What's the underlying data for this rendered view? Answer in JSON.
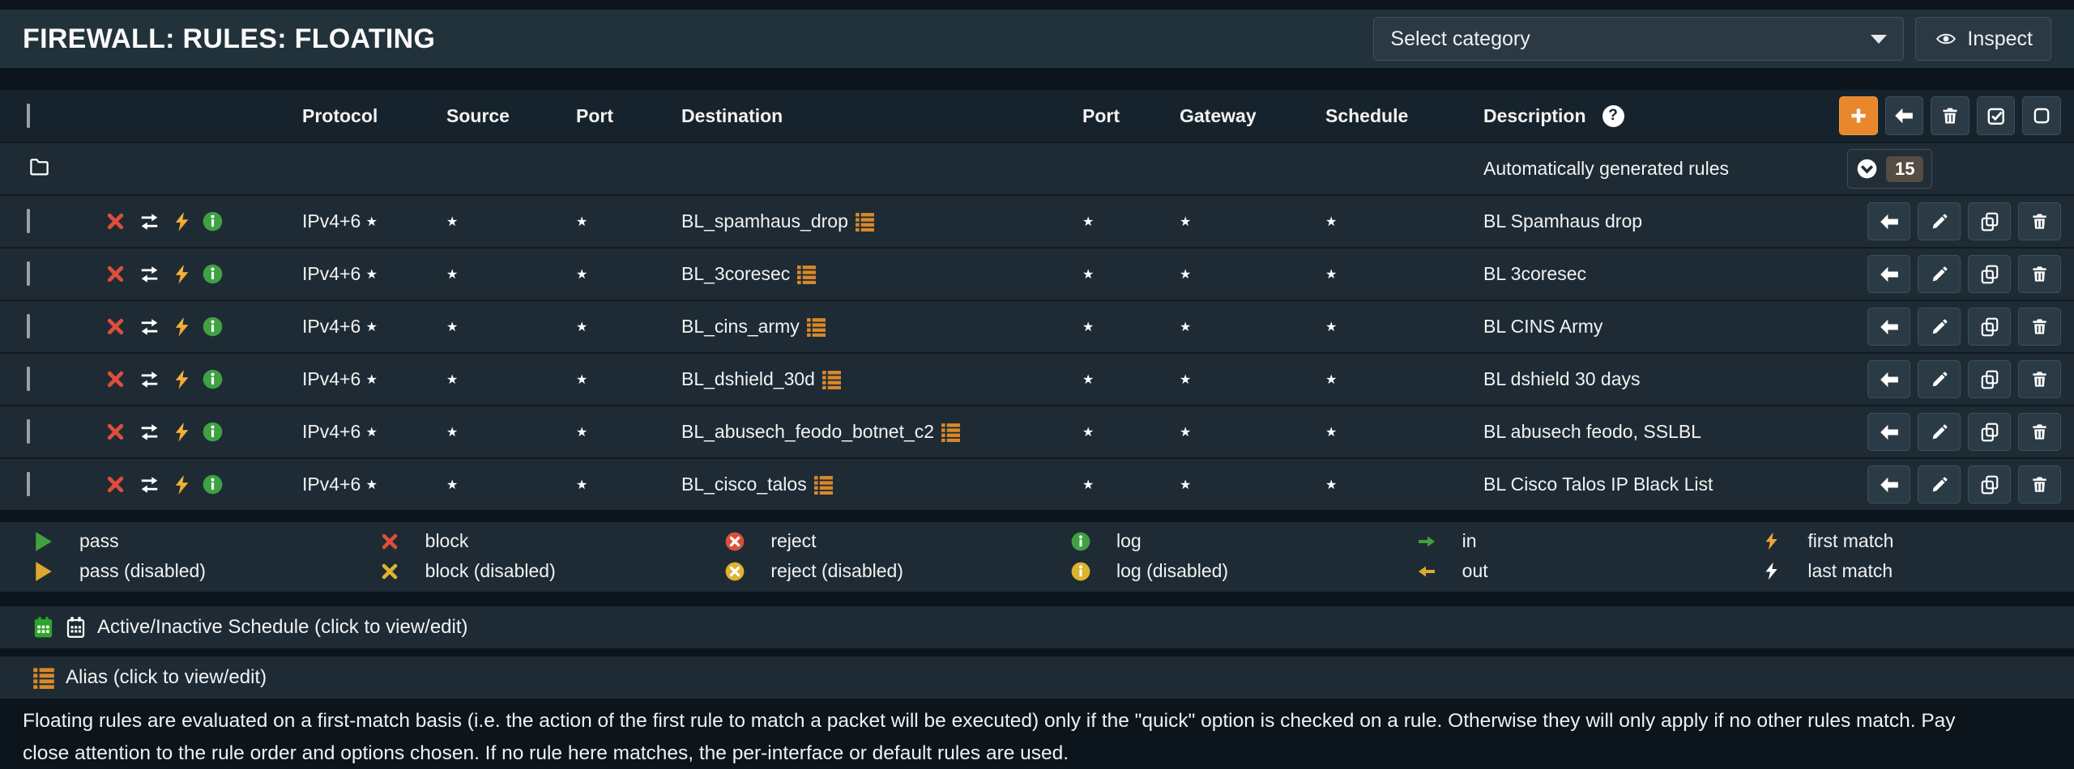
{
  "header": {
    "title": "FIREWALL: RULES: FLOATING",
    "category_select": "Select category",
    "inspect_label": "Inspect"
  },
  "colors": {
    "accent_orange": "#e8872b",
    "alias_orange": "#d9882b",
    "pass_green": "#3fa142",
    "block_red": "#dd4e3b",
    "disabled_yellow": "#ddb32f",
    "bar_bg": "#22323b",
    "row_bg": "#1e2b34",
    "table_header_bg": "#17232c",
    "badge_bg": "#554d43"
  },
  "table": {
    "columns": {
      "protocol": "Protocol",
      "source": "Source",
      "port": "Port",
      "destination": "Destination",
      "port2": "Port",
      "gateway": "Gateway",
      "schedule": "Schedule",
      "description": "Description"
    },
    "auto_row": {
      "description": "Automatically generated rules",
      "count": "15"
    },
    "rules": [
      {
        "protocol": "IPv4+6 *",
        "source": "*",
        "port": "*",
        "destination": "BL_spamhaus_drop",
        "port2": "*",
        "gateway": "*",
        "schedule": "*",
        "description": "BL Spamhaus drop"
      },
      {
        "protocol": "IPv4+6 *",
        "source": "*",
        "port": "*",
        "destination": "BL_3coresec",
        "port2": "*",
        "gateway": "*",
        "schedule": "*",
        "description": "BL 3coresec"
      },
      {
        "protocol": "IPv4+6 *",
        "source": "*",
        "port": "*",
        "destination": "BL_cins_army",
        "port2": "*",
        "gateway": "*",
        "schedule": "*",
        "description": "BL CINS Army"
      },
      {
        "protocol": "IPv4+6 *",
        "source": "*",
        "port": "*",
        "destination": "BL_dshield_30d",
        "port2": "*",
        "gateway": "*",
        "schedule": "*",
        "description": "BL dshield 30 days"
      },
      {
        "protocol": "IPv4+6 *",
        "source": "*",
        "port": "*",
        "destination": "BL_abusech_feodo_botnet_c2",
        "port2": "*",
        "gateway": "*",
        "schedule": "*",
        "description": "BL abusech feodo, SSLBL"
      },
      {
        "protocol": "IPv4+6 *",
        "source": "*",
        "port": "*",
        "destination": "BL_cisco_talos",
        "port2": "*",
        "gateway": "*",
        "schedule": "*",
        "description": "BL Cisco Talos IP Black List"
      }
    ]
  },
  "legend": {
    "items": [
      {
        "icon": "pass-icon",
        "label": "pass"
      },
      {
        "icon": "block-icon",
        "label": "block"
      },
      {
        "icon": "reject-icon",
        "label": "reject"
      },
      {
        "icon": "log-icon",
        "label": "log"
      },
      {
        "icon": "in-icon",
        "label": "in"
      },
      {
        "icon": "first-match-icon",
        "label": "first match"
      },
      {
        "icon": "pass-disabled-icon",
        "label": "pass (disabled)"
      },
      {
        "icon": "block-disabled-icon",
        "label": "block (disabled)"
      },
      {
        "icon": "reject-disabled-icon",
        "label": "reject (disabled)"
      },
      {
        "icon": "log-disabled-icon",
        "label": "log (disabled)"
      },
      {
        "icon": "out-icon",
        "label": "out"
      },
      {
        "icon": "last-match-icon",
        "label": "last match"
      }
    ]
  },
  "schedule_row": {
    "label": "Active/Inactive Schedule (click to view/edit)"
  },
  "alias_row": {
    "label": "Alias (click to view/edit)"
  },
  "footer": {
    "line1": "Floating rules are evaluated on a first-match basis (i.e. the action of the first rule to match a packet will be executed) only if the \"quick\" option is checked on a rule. Otherwise they will only apply if no other rules match. Pay",
    "line2": "close attention to the rule order and options chosen. If no rule here matches, the per-interface or default rules are used."
  }
}
